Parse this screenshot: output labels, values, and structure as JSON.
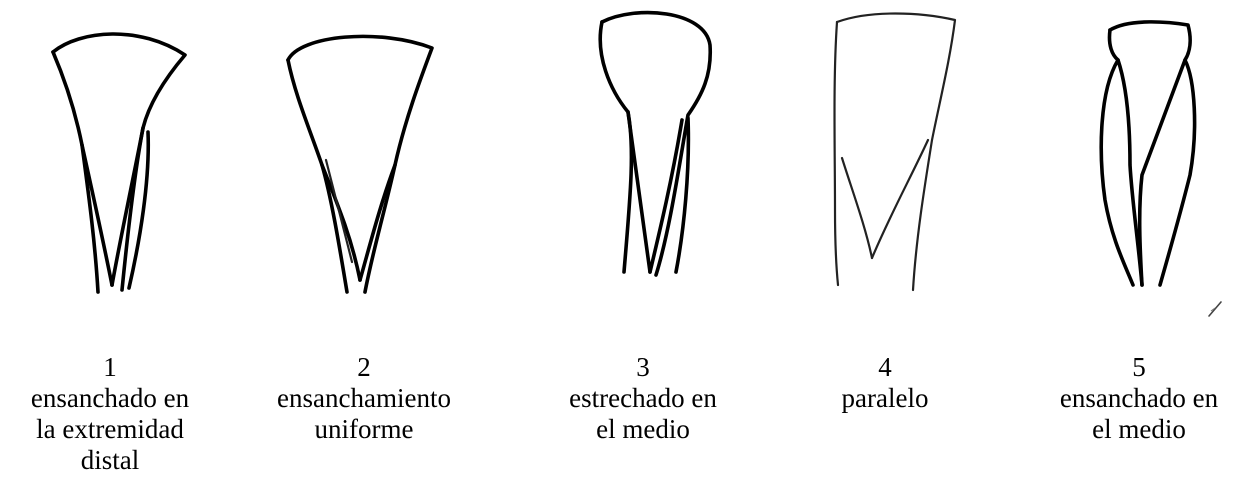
{
  "figures": [
    {
      "number": "1",
      "lines": [
        "ensanchado en",
        "la extremidad",
        "distal"
      ]
    },
    {
      "number": "2",
      "lines": [
        "ensanchamiento",
        "uniforme"
      ]
    },
    {
      "number": "3",
      "lines": [
        "estrechado en",
        "el medio"
      ]
    },
    {
      "number": "4",
      "lines": [
        "paralelo"
      ]
    },
    {
      "number": "5",
      "lines": [
        "ensanchado en",
        "el medio"
      ]
    }
  ]
}
